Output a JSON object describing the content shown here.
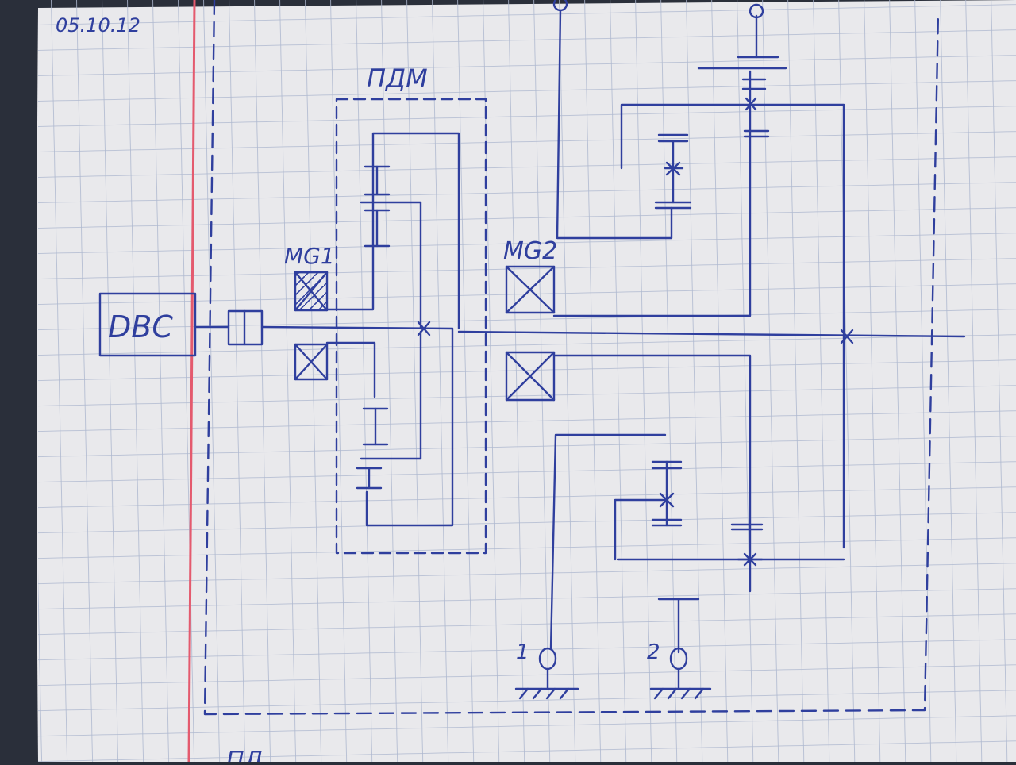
{
  "date": "05.10.12",
  "labels": {
    "engine": "DBC",
    "pdm": "ПДМ",
    "mg1": "MG1",
    "mg2": "MG2",
    "brake1": "1",
    "brake2": "2",
    "bottom_cut": "ПД..."
  },
  "colors": {
    "paper": "#e9e9ec",
    "grid": "#aeb8cf",
    "ink": "#2f3f9e",
    "margin": "#e45a6e",
    "background": "#2a2f3a"
  }
}
